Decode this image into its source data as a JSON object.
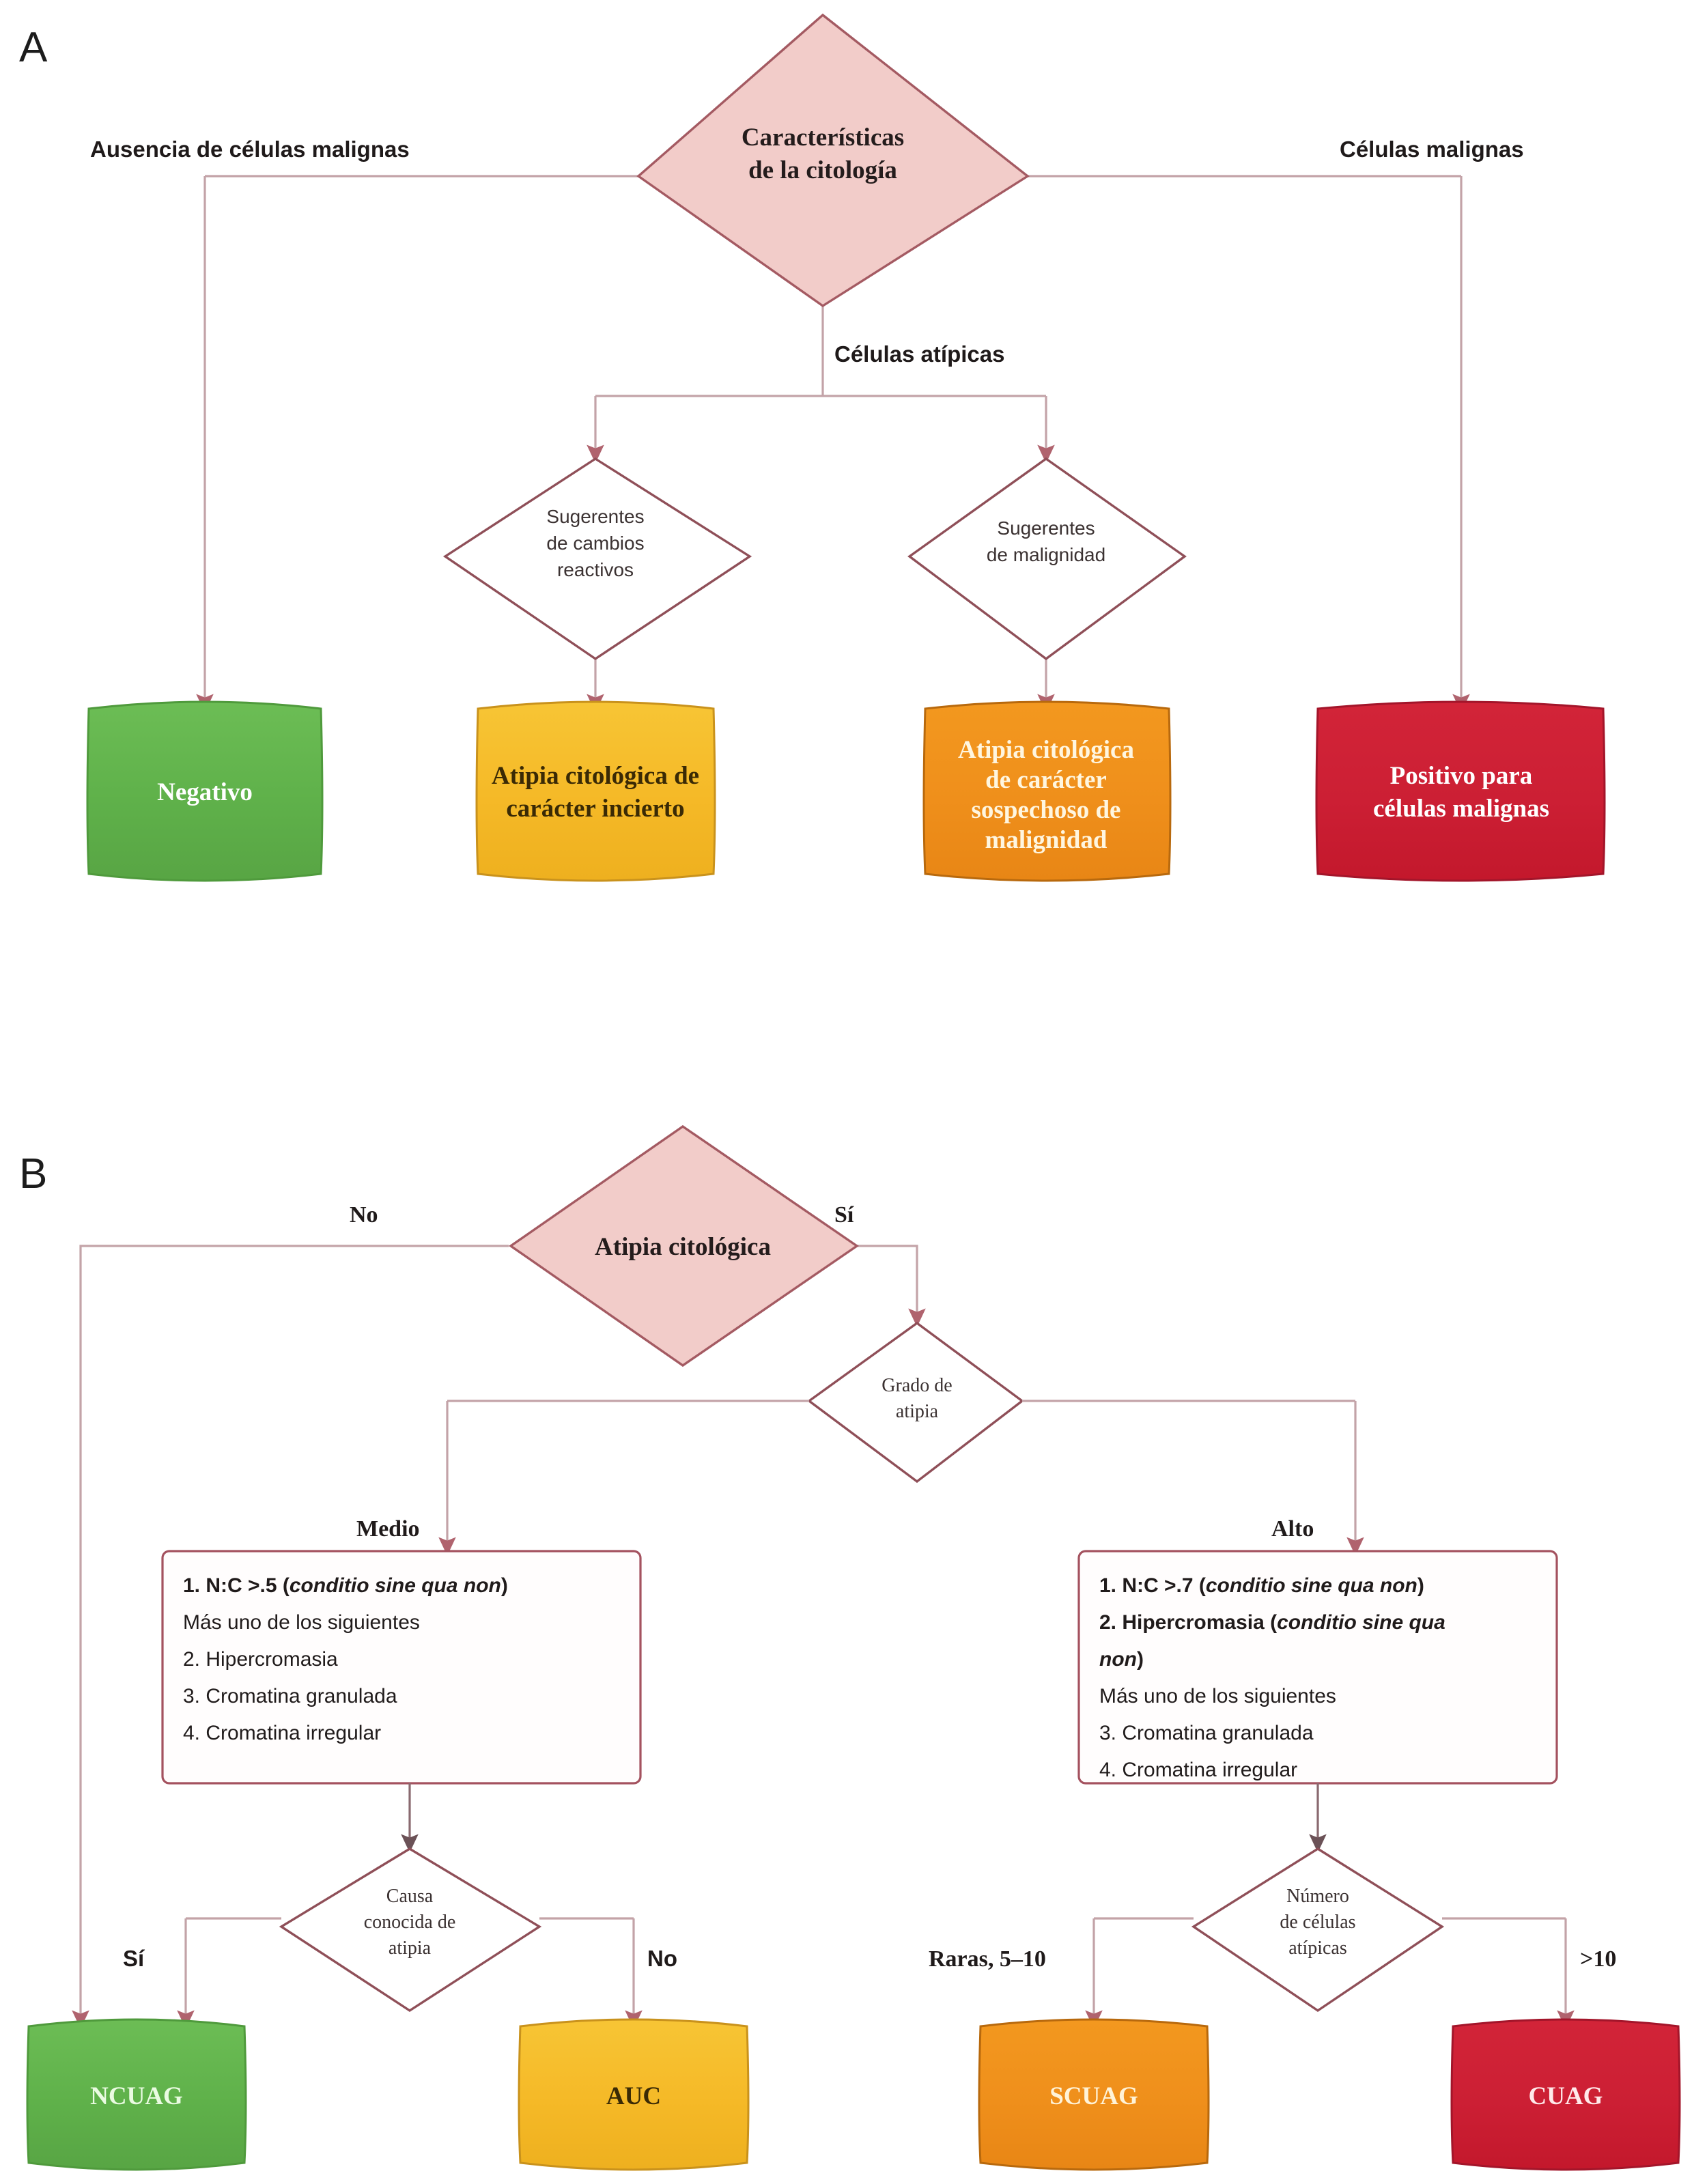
{
  "figure": {
    "panels": [
      {
        "letter": "A",
        "root": {
          "label_line1": "Características",
          "label_line2": "de la citología"
        },
        "edge_labels": {
          "left": "Ausencia de células malignas",
          "right": "Células malignas",
          "center": "Células atípicas"
        },
        "decisions": [
          {
            "l1": "Sugerentes",
            "l2": "de cambios",
            "l3": "reactivos"
          },
          {
            "l1": "Sugerentes",
            "l2": "de malignidad",
            "l3": ""
          }
        ],
        "outcomes": [
          {
            "lines": [
              "Negativo"
            ],
            "color": "#5fb14a",
            "text_color": "#ffffff"
          },
          {
            "lines": [
              "Atipia citológica de",
              "carácter incierto"
            ],
            "color": "#f5b927",
            "text_color": "#3a2a05"
          },
          {
            "lines": [
              "Atipia citológica",
              "de carácter",
              "sospechoso de",
              "malignidad"
            ],
            "color": "#ef8f1b",
            "text_color": "#fff6e0"
          },
          {
            "lines": [
              "Positivo para",
              "células malignas"
            ],
            "color": "#cc1f34",
            "text_color": "#ffffff"
          }
        ]
      },
      {
        "letter": "B",
        "root": {
          "label_line1": "Atipia citológica",
          "label_line2": ""
        },
        "edge_labels": {
          "no": "No",
          "si": "Sí",
          "medio": "Medio",
          "alto": "Alto",
          "si_causa": "Sí",
          "no_causa": "No",
          "raras": "Raras, 5–10",
          "mas10": ">10"
        },
        "grade_decision": {
          "l1": "Grado de",
          "l2": "atipia"
        },
        "criteria_left": {
          "lines": [
            {
              "parts": [
                {
                  "t": "1. N:C >.5 (",
                  "s": "b"
                },
                {
                  "t": "conditio sine qua non",
                  "s": "bi"
                },
                {
                  "t": ")",
                  "s": "b"
                }
              ]
            },
            {
              "parts": [
                {
                  "t": "Más uno de los siguientes",
                  "s": "n"
                }
              ]
            },
            {
              "parts": [
                {
                  "t": "2. Hipercromasia",
                  "s": "n"
                }
              ]
            },
            {
              "parts": [
                {
                  "t": "3. Cromatina granulada",
                  "s": "n"
                }
              ]
            },
            {
              "parts": [
                {
                  "t": "4. Cromatina irregular",
                  "s": "n"
                }
              ]
            }
          ]
        },
        "criteria_right": {
          "lines": [
            {
              "parts": [
                {
                  "t": "1. N:C  >.7 (",
                  "s": "b"
                },
                {
                  "t": "conditio sine qua non",
                  "s": "bi"
                },
                {
                  "t": ")",
                  "s": "b"
                }
              ]
            },
            {
              "parts": [
                {
                  "t": "2. Hipercromasia (",
                  "s": "b"
                },
                {
                  "t": "conditio sine qua",
                  "s": "bi"
                }
              ]
            },
            {
              "parts": [
                {
                  "t": "non",
                  "s": "bi"
                },
                {
                  "t": ")",
                  "s": "b"
                }
              ]
            },
            {
              "parts": [
                {
                  "t": "Más uno de los siguientes",
                  "s": "n"
                }
              ]
            },
            {
              "parts": [
                {
                  "t": "3. Cromatina granulada",
                  "s": "n"
                }
              ]
            },
            {
              "parts": [
                {
                  "t": "4. Cromatina irregular",
                  "s": "n"
                }
              ]
            }
          ]
        },
        "cause_decision": {
          "l1": "Causa",
          "l2": "conocida de",
          "l3": "atipia"
        },
        "count_decision": {
          "l1": "Número",
          "l2": "de células",
          "l3": "atípicas"
        },
        "outcomes": [
          {
            "lines": [
              "NCUAG"
            ],
            "color": "#5fb14a",
            "text_color": "#eafbe2"
          },
          {
            "lines": [
              "AUC"
            ],
            "color": "#f5c12a",
            "text_color": "#3a2a05"
          },
          {
            "lines": [
              "SCUAG"
            ],
            "color": "#ef8f1b",
            "text_color": "#fff3d8"
          },
          {
            "lines": [
              "CUAG"
            ],
            "color": "#cc1f34",
            "text_color": "#ffe9ea"
          }
        ]
      }
    ],
    "colors": {
      "pink_fill": "#f2ccc9",
      "pink_stroke": "#a45a62",
      "edge": "#c3a3a8",
      "green": "#5fb14a",
      "yellow": "#f5b927",
      "orange": "#ef8f1b",
      "red": "#cc1f34"
    }
  }
}
